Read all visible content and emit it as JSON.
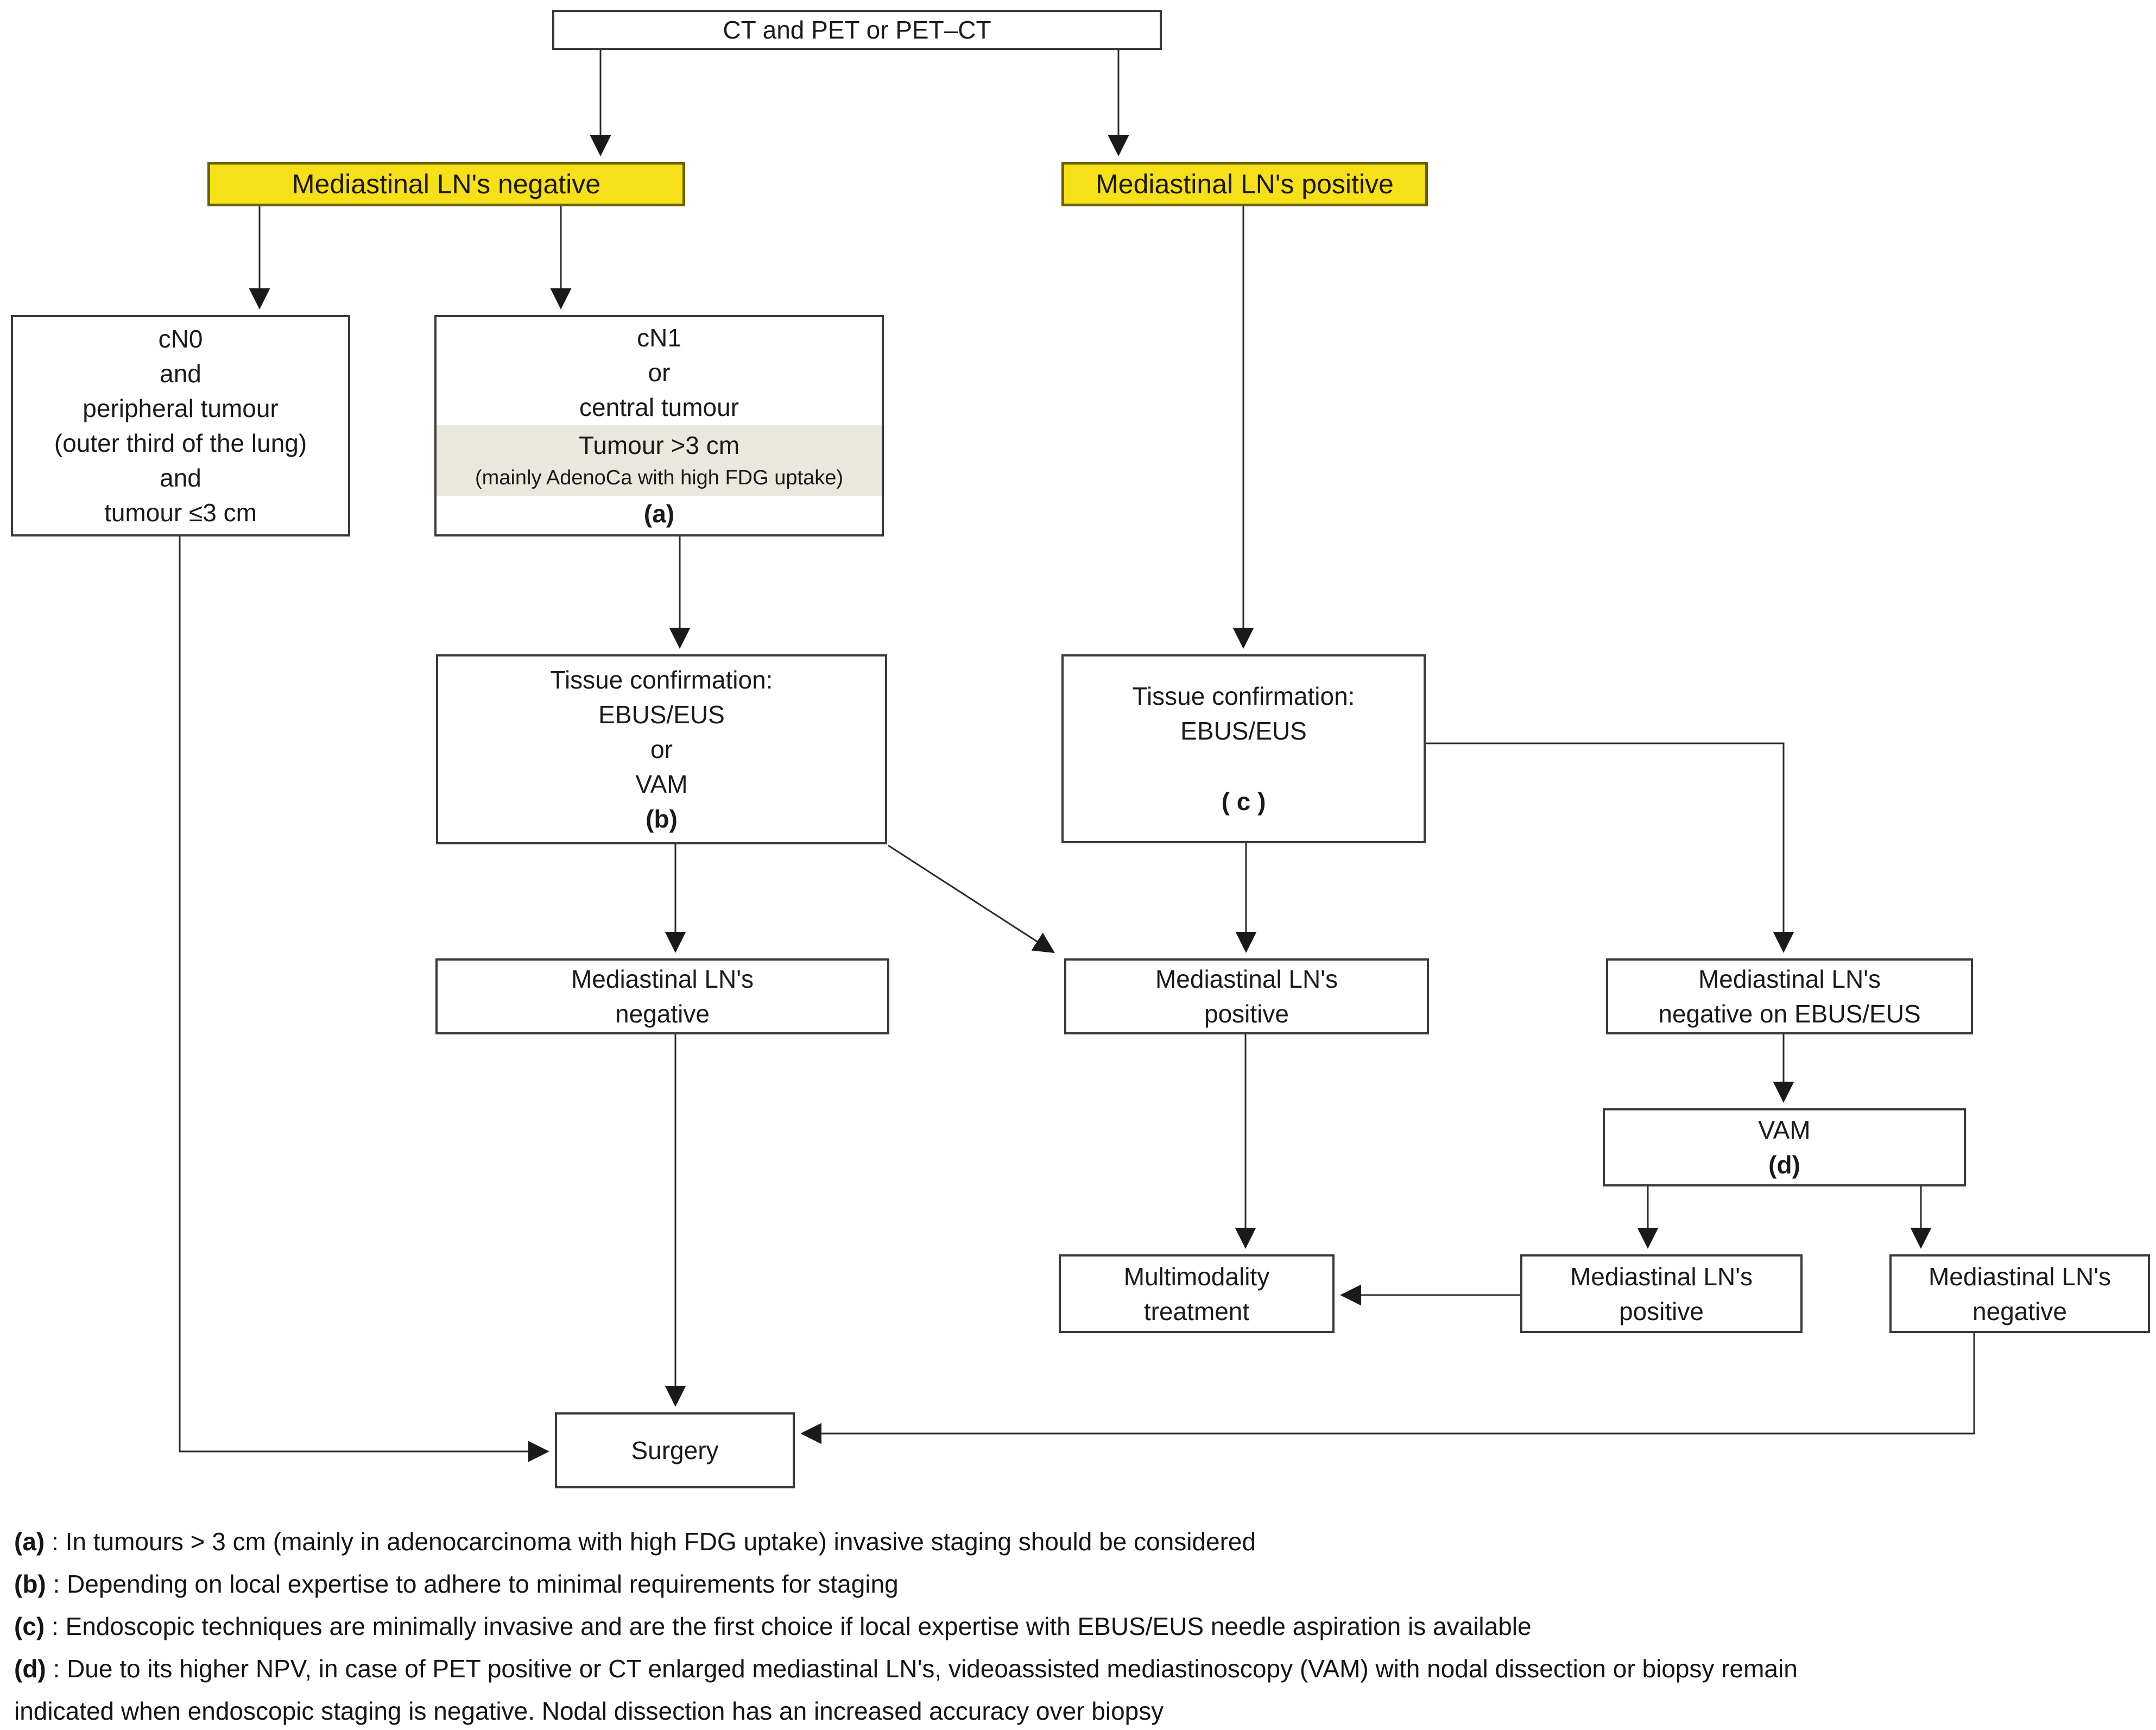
{
  "diagram": {
    "nodes": {
      "ct_pet": {
        "label": "CT and PET or PET–CT"
      },
      "mediastinal_negative": {
        "label": "Mediastinal LN's negative"
      },
      "mediastinal_positive": {
        "label": "Mediastinal LN's positive"
      },
      "cn0": {
        "line1": "cN0",
        "line2": "and",
        "line3": "peripheral tumour",
        "line4": "(outer third of the lung)",
        "line5": "and",
        "line6": "tumour ≤3 cm"
      },
      "cn1": {
        "line1": "cN1",
        "line2": "or",
        "line3": "central tumour",
        "band_line1": "Tumour >3 cm",
        "band_line2": "(mainly AdenoCa with high FDG uptake)",
        "marker": "(a)"
      },
      "tissue_b": {
        "line1": "Tissue confirmation:",
        "line2": "EBUS/EUS",
        "line3": "or",
        "line4": "VAM",
        "marker": "(b)"
      },
      "tissue_c": {
        "line1": "Tissue confirmation:",
        "line2": "EBUS/EUS",
        "marker": "( c )"
      },
      "mid_negative": {
        "line1": "Mediastinal LN's",
        "line2": "negative"
      },
      "mid_positive": {
        "line1": "Mediastinal LN's",
        "line2": "positive"
      },
      "negative_ebus": {
        "line1": "Mediastinal LN's",
        "line2": "negative on EBUS/EUS"
      },
      "vam": {
        "line1": "VAM",
        "marker": "(d)"
      },
      "multimodality": {
        "line1": "Multimodality",
        "line2": "treatment"
      },
      "bottom_positive": {
        "line1": "Mediastinal LN's",
        "line2": "positive"
      },
      "bottom_negative": {
        "line1": "Mediastinal LN's",
        "line2": "negative"
      },
      "surgery": {
        "label": "Surgery"
      }
    },
    "footnotes": [
      {
        "marker": "(a)",
        "text": " : In tumours > 3 cm (mainly in adenocarcinoma with high FDG uptake) invasive staging should be considered"
      },
      {
        "marker": "(b)",
        "text": " : Depending on local expertise to adhere to minimal requirements for staging"
      },
      {
        "marker": "(c)",
        "text": " : Endoscopic techniques are minimally invasive and are the first choice if local expertise with EBUS/EUS needle aspiration is available"
      },
      {
        "marker": "(d)",
        "text": " : Due to its higher NPV, in case of PET positive or CT enlarged mediastinal LN's, videoassisted mediastinoscopy (VAM) with nodal dissection or biopsy remain indicated when endoscopic staging is negative. Nodal dissection has an increased accuracy over biopsy"
      }
    ],
    "colors": {
      "highlight_yellow": "#F6E017",
      "band_beige": "#EAE7DD",
      "line": "#2b2b2b"
    }
  }
}
